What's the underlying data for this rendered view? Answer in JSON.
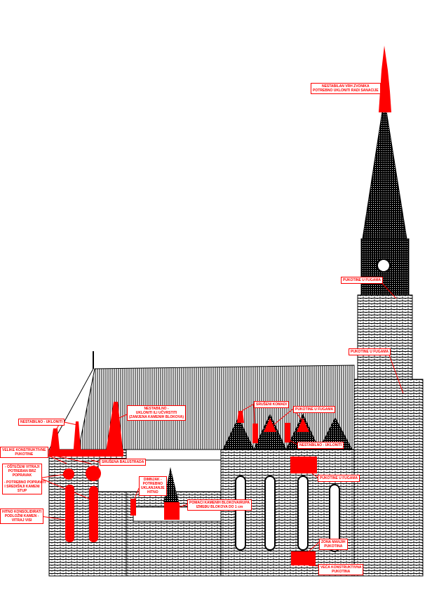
{
  "colors": {
    "damage": "#ff0000",
    "line": "#000000",
    "background": "#ffffff"
  },
  "labels": {
    "spire_top": [
      "NESTABILAN VRH ZVONIKA",
      "POTREBNO UKLONITI RADI SANACIJE"
    ],
    "tower_cracks_1": "PUKOTINE U FUGAMA",
    "tower_cracks_2": "PUKOTINE U FUGAMA",
    "left_unstable": "NESTABILNO - UKLONITI",
    "left_gable": [
      "NESTABILNO -",
      "UKLONITI ILI UČVRSTITI",
      "(ZAMJENA KAMENIH BLOKOVA)"
    ],
    "structural_cracks": [
      "VELIKE KONSTRUKTIVNE",
      "PUKOTINE"
    ],
    "balustrade": "SRUŠENA BALUSTRADA",
    "windows": [
      "- OŠTEĆENI VITRAJI",
      "POTREBAN BRZ",
      "POPRAVAK",
      "",
      "- POTREBNO POPRAVITI",
      "I SREDIŠNJI KAMENI",
      "STUP"
    ],
    "chimney": [
      "DIMNJAK -",
      "POTREBNO",
      "UKLANJANJE",
      "HITNO"
    ],
    "consolidate": [
      "HITNO KONSOLIDIRATI",
      "PODLOŽNI KAMEN -",
      "VITRAJ VISI"
    ],
    "fallen_pieces": "SRUŠENI KOMADI",
    "gable_cracks": "PUKOTINE U FUGAMA",
    "nave_unstable": "NESTABILNO - UKLONITI",
    "nave_cracks": "PUKOTINE U FUGAMA",
    "block_shift": [
      "POMACI KAMENIH BLOKOVA/RUPA",
      "IZMEĐU BLOKOVA DO 1 cm"
    ],
    "minor_cracks": [
      "ZONA MANJIH",
      "PUKOTINA"
    ],
    "major_crack": [
      "VEĆA KONSTRUKTIVNA",
      "PUKOTINA"
    ]
  }
}
